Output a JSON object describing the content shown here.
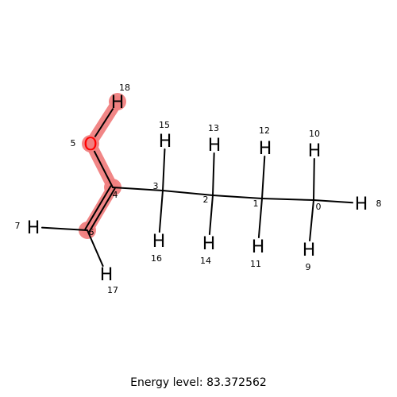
{
  "molecule": {
    "atoms": [
      {
        "index": "0",
        "element": "C",
        "label": ""
      },
      {
        "index": "1",
        "element": "C",
        "label": ""
      },
      {
        "index": "2",
        "element": "C",
        "label": ""
      },
      {
        "index": "3",
        "element": "C",
        "label": ""
      },
      {
        "index": "4",
        "element": "C",
        "label": ""
      },
      {
        "index": "5",
        "element": "O",
        "label": "O"
      },
      {
        "index": "6",
        "element": "C",
        "label": ""
      },
      {
        "index": "7",
        "element": "H",
        "label": "H"
      },
      {
        "index": "8",
        "element": "H",
        "label": "H"
      },
      {
        "index": "9",
        "element": "H",
        "label": "H"
      },
      {
        "index": "10",
        "element": "H",
        "label": "H"
      },
      {
        "index": "11",
        "element": "H",
        "label": "H"
      },
      {
        "index": "12",
        "element": "H",
        "label": "H"
      },
      {
        "index": "13",
        "element": "H",
        "label": "H"
      },
      {
        "index": "14",
        "element": "H",
        "label": "H"
      },
      {
        "index": "15",
        "element": "H",
        "label": "H"
      },
      {
        "index": "16",
        "element": "H",
        "label": "H"
      },
      {
        "index": "17",
        "element": "H",
        "label": "H"
      },
      {
        "index": "18",
        "element": "H",
        "label": "H"
      }
    ],
    "bonds": [
      {
        "a": 0,
        "b": 1,
        "order": 1
      },
      {
        "a": 1,
        "b": 2,
        "order": 1
      },
      {
        "a": 2,
        "b": 3,
        "order": 1
      },
      {
        "a": 3,
        "b": 4,
        "order": 1
      },
      {
        "a": 4,
        "b": 5,
        "order": 1
      },
      {
        "a": 4,
        "b": 6,
        "order": 2
      },
      {
        "a": 0,
        "b": 8,
        "order": 1
      },
      {
        "a": 0,
        "b": 9,
        "order": 1
      },
      {
        "a": 0,
        "b": 10,
        "order": 1
      },
      {
        "a": 1,
        "b": 11,
        "order": 1
      },
      {
        "a": 1,
        "b": 12,
        "order": 1
      },
      {
        "a": 2,
        "b": 13,
        "order": 1
      },
      {
        "a": 2,
        "b": 14,
        "order": 1
      },
      {
        "a": 3,
        "b": 15,
        "order": 1
      },
      {
        "a": 3,
        "b": 16,
        "order": 1
      },
      {
        "a": 6,
        "b": 7,
        "order": 1
      },
      {
        "a": 6,
        "b": 17,
        "order": 1
      },
      {
        "a": 5,
        "b": 18,
        "order": 1
      }
    ],
    "highlighted_bonds": [
      [
        5,
        18
      ],
      [
        4,
        5
      ],
      [
        4,
        6
      ]
    ],
    "highlighted_atoms": [
      18,
      5,
      4,
      6
    ]
  },
  "colors": {
    "bond": "#000000",
    "highlight": "#f08080",
    "oxygen": "#ff0000",
    "hydrogen": "#000000"
  },
  "footer": {
    "energy_text": "Energy level:  83.372562"
  }
}
